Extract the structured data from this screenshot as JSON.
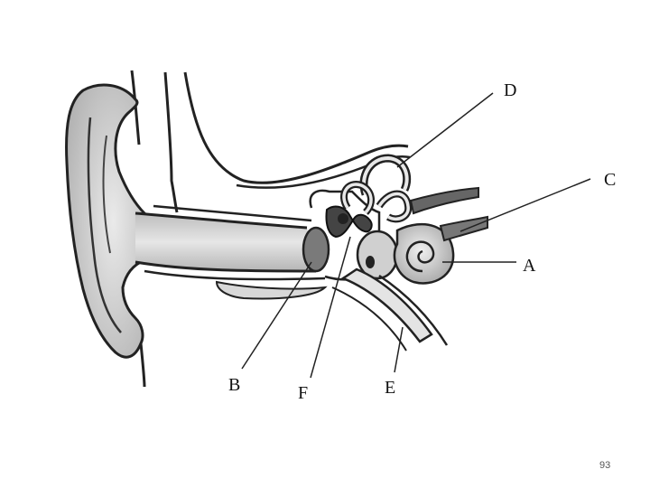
{
  "labels": {
    "a": "A",
    "b": "B",
    "c": "C",
    "d": "D",
    "e": "E",
    "f": "F"
  },
  "page_number": "93"
}
